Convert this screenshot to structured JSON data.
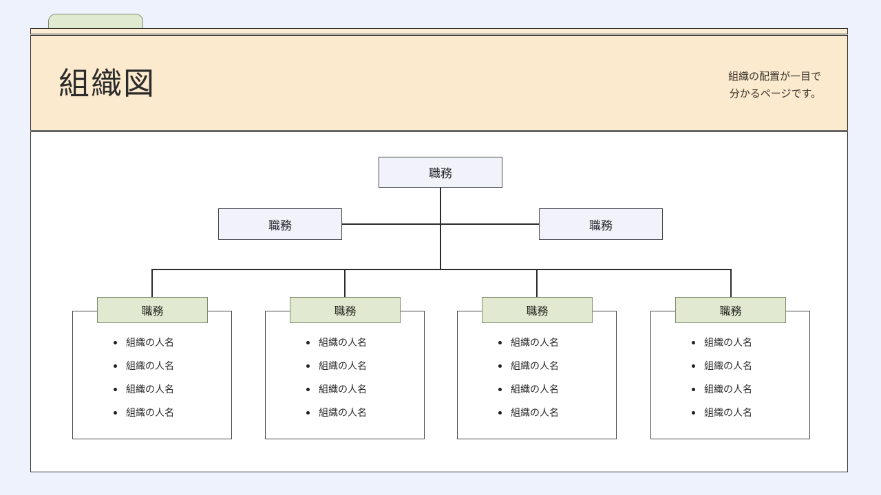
{
  "page": {
    "background_color": "#eef2fd",
    "tab_color": "#e0ead0",
    "header_color": "#fbeacd",
    "body_color": "#ffffff",
    "node_color": "#f2f3fa",
    "card_header_color": "#e1ead1"
  },
  "header": {
    "title": "組織図",
    "subtitle_line1": "組織の配置が一目で",
    "subtitle_line2": "分かるページです。"
  },
  "chart_data": {
    "type": "diagram",
    "title": "組織図",
    "levels": [
      {
        "level": 1,
        "nodes": [
          {
            "label": "職務"
          }
        ]
      },
      {
        "level": 2,
        "nodes": [
          {
            "label": "職務"
          },
          {
            "label": "職務"
          }
        ]
      },
      {
        "level": 3,
        "nodes": [
          {
            "label": "職務",
            "members": [
              "組織の人名",
              "組織の人名",
              "組織の人名",
              "組織の人名"
            ]
          },
          {
            "label": "職務",
            "members": [
              "組織の人名",
              "組織の人名",
              "組織の人名",
              "組織の人名"
            ]
          },
          {
            "label": "職務",
            "members": [
              "組織の人名",
              "組織の人名",
              "組織の人名",
              "組織の人名"
            ]
          },
          {
            "label": "職務",
            "members": [
              "組織の人名",
              "組織の人名",
              "組織の人名",
              "組織の人名"
            ]
          }
        ]
      }
    ]
  },
  "nodes": {
    "top": {
      "label": "職務"
    },
    "mid_left": {
      "label": "職務"
    },
    "mid_right": {
      "label": "職務"
    },
    "cards": [
      {
        "label": "職務",
        "members": [
          {
            "name": "組織の人名"
          },
          {
            "name": "組織の人名"
          },
          {
            "name": "組織の人名"
          },
          {
            "name": "組織の人名"
          }
        ]
      },
      {
        "label": "職務",
        "members": [
          {
            "name": "組織の人名"
          },
          {
            "name": "組織の人名"
          },
          {
            "name": "組織の人名"
          },
          {
            "name": "組織の人名"
          }
        ]
      },
      {
        "label": "職務",
        "members": [
          {
            "name": "組織の人名"
          },
          {
            "name": "組織の人名"
          },
          {
            "name": "組織の人名"
          },
          {
            "name": "組織の人名"
          }
        ]
      },
      {
        "label": "職務",
        "members": [
          {
            "name": "組織の人名"
          },
          {
            "name": "組織の人名"
          },
          {
            "name": "組織の人名"
          },
          {
            "name": "組織の人名"
          }
        ]
      }
    ]
  }
}
